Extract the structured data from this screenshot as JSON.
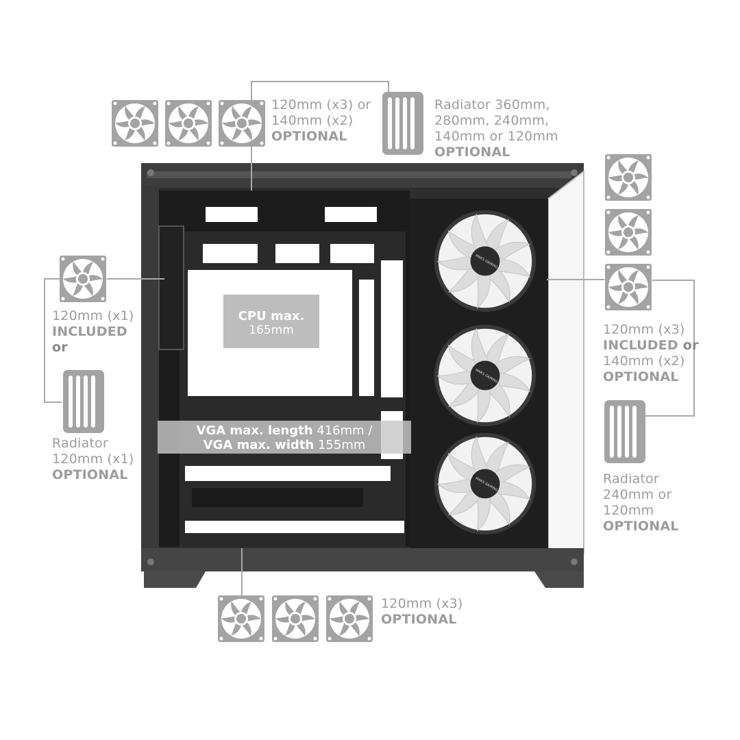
{
  "top": {
    "fan_label_line1": "120mm (x3) or",
    "fan_label_line2": "140mm (x2)",
    "fan_label_line3": "OPTIONAL",
    "rad_label_line1": "Radiator 360mm,",
    "rad_label_line2": "280mm, 240mm,",
    "rad_label_line3": "140mm or 120mm",
    "rad_label_line4": "OPTIONAL"
  },
  "left": {
    "fan_label_line1": "120mm (x1)",
    "fan_label_line2": "INCLUDED",
    "fan_label_line3": "or",
    "rad_label_line1": "Radiator",
    "rad_label_line2": "120mm (x1)",
    "rad_label_line3": "OPTIONAL"
  },
  "right": {
    "fan_label_line1": "120mm (x3)",
    "fan_label_line2a": "INCLUDED",
    "fan_label_line2b": " or",
    "fan_label_line3": "140mm (x2)",
    "fan_label_line4": "OPTIONAL",
    "rad_label_line1": "Radiator",
    "rad_label_line2": "240mm or",
    "rad_label_line3": "120mm",
    "rad_label_line4": "OPTIONAL"
  },
  "bottom": {
    "fan_label_line1": "120mm (x3)",
    "fan_label_line2": "OPTIONAL"
  },
  "cpu": {
    "line1": "CPU max.",
    "line2": "165mm"
  },
  "vga": {
    "line1a": "VGA max. length",
    "line1b": " 416mm /",
    "line2a": "VGA max. width",
    "line2b": " 155mm"
  },
  "fan_brand": "MARS GAMING",
  "icons": {
    "fan": "fan-icon",
    "radiator": "radiator-icon"
  },
  "colors": {
    "icon_gray": "#a3a3a3",
    "case_dark": "#2a2a2a",
    "label_gray": "#9c9c9c"
  }
}
